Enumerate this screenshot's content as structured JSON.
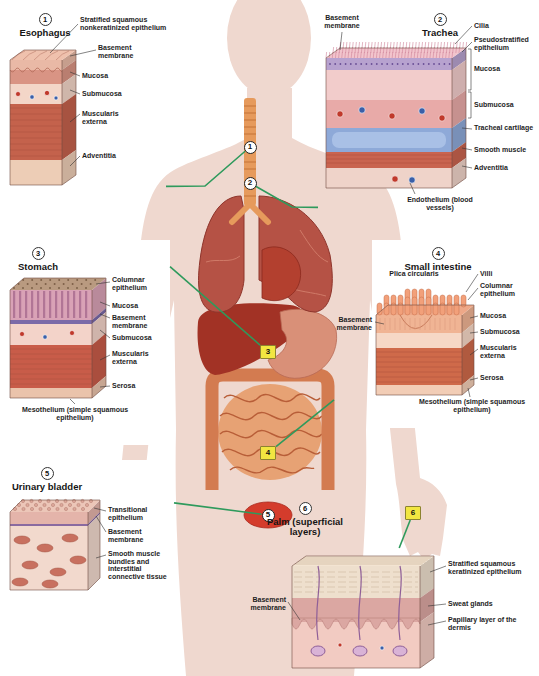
{
  "diagram": {
    "nodes": [
      {
        "text": [
          "1",
          "Esophagus"
        ]
      },
      {
        "text": [
          "2",
          "Trachea"
        ]
      },
      {
        "text": [
          "1"
        ]
      },
      {
        "text": [
          "2"
        ]
      },
      {
        "text": [
          "3",
          "Stomach"
        ]
      },
      {
        "text": [
          "4",
          "Small intestine"
        ]
      },
      {
        "text": [
          "3"
        ]
      },
      {
        "text": [
          "4"
        ]
      },
      {
        "text": [
          "5",
          "Urinary bladder"
        ]
      },
      {
        "text": [
          "5"
        ]
      },
      {
        "text": [
          "6",
          "Palm (superficial layers)"
        ]
      },
      {
        "text": [
          "6"
        ]
      }
    ],
    "edges": [
      {
        "from": 0,
        "to": 2,
        "arrow": "none"
      },
      {
        "from": 1,
        "to": 3,
        "arrow": "none"
      },
      {
        "from": 4,
        "to": 6,
        "arrow": "none"
      },
      {
        "from": 5,
        "to": 7,
        "arrow": "none"
      },
      {
        "from": 8,
        "to": 9,
        "arrow": "none"
      },
      {
        "from": 10,
        "to": 11,
        "arrow": "none"
      }
    ],
    "labels": [
      "Stratified squamous nonkeratinized epithelium",
      "Basement membrane",
      "Mucosa",
      "Submucosa",
      "Muscularis externa",
      "Adventitia",
      "Basement membrane",
      "Cilia",
      "Pseudostratified epithelium",
      "Mucosa",
      "Submucosa",
      "Tracheal cartilage",
      "Smooth muscle",
      "Adventitia",
      "Endothelium (blood vessels)",
      "Columnar epithelium",
      "Mucosa",
      "Basement membrane",
      "Submucosa",
      "Muscularis externa",
      "Serosa",
      "Mesothelium (simple squamous epithelium)",
      "Plica circularis",
      "Villi",
      "Columnar epithelium",
      "Basement membrane",
      "Mucosa",
      "Submucosa",
      "Muscularis externa",
      "Serosa",
      "Mesothelium (simple squamous epithelium)",
      "Transitional epithelium",
      "Basement membrane",
      "Smooth muscle bundles and interstitial connective tissue",
      "Basement membrane",
      "Stratified squamous keratinized epithelium",
      "Sweat glands",
      "Papillary layer of the dermis"
    ]
  }
}
